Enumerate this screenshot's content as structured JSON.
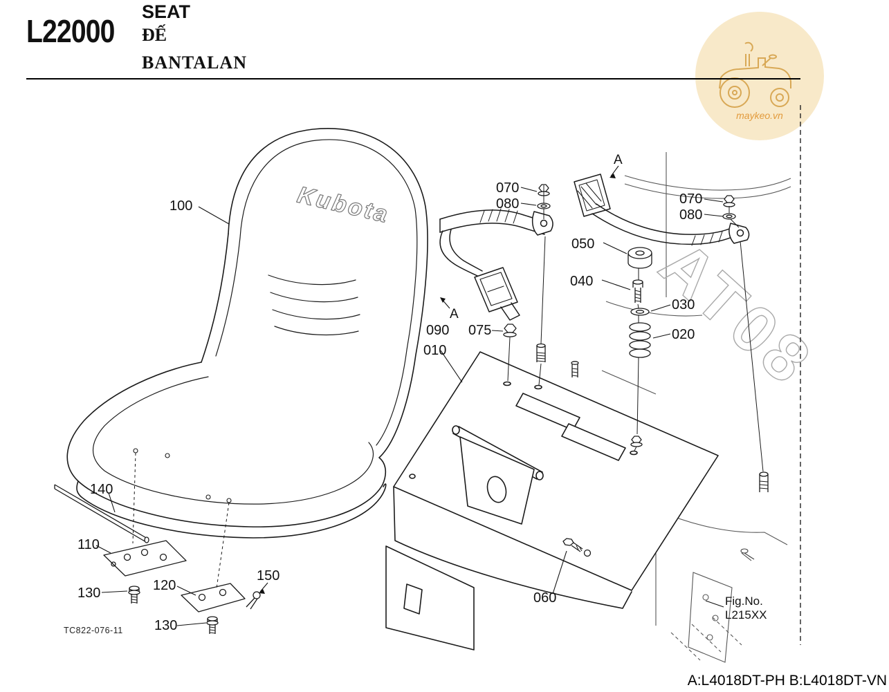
{
  "header": {
    "code": "L22000",
    "title_en": "SEAT",
    "title_vi": "ĐẾ",
    "title_id": "BANTALAN"
  },
  "watermark": {
    "site": "maykeo.vn"
  },
  "diagram": {
    "brand": "Kubota",
    "background_text": "AT08",
    "drawing_code": "TC822-076-11",
    "fig_label": "Fig.No.",
    "fig_value": "L215XX",
    "ref_a": "A",
    "callouts": {
      "c100": "100",
      "c070l": "070",
      "c080l": "080",
      "c090": "090",
      "c075": "075",
      "c010": "010",
      "c050": "050",
      "c040": "040",
      "c030": "030",
      "c020": "020",
      "c070r": "070",
      "c080r": "080",
      "c140": "140",
      "c110": "110",
      "c130a": "130",
      "c120": "120",
      "c150": "150",
      "c130b": "130",
      "c060": "060"
    }
  },
  "footer": {
    "models": "A:L4018DT-PH B:L4018DT-VN"
  }
}
